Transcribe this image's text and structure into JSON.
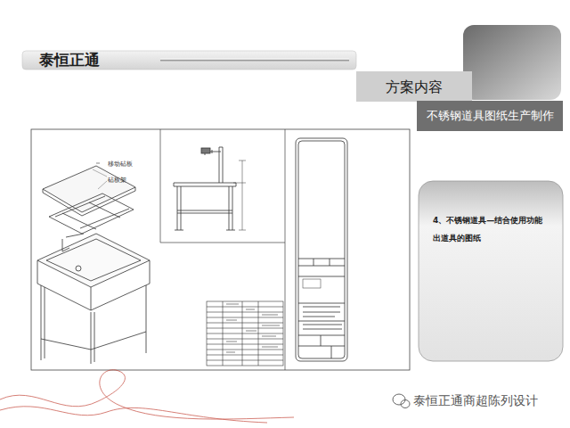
{
  "diagram": {
    "title": "泰恒正通",
    "nodes": [
      {
        "text": [
          "方案内容"
        ]
      },
      {
        "text": [
          "不锈钢道具图纸生产制作"
        ]
      },
      {
        "text": [
          "4、不锈钢道具—结合使用功能出道具的图纸"
        ]
      }
    ],
    "labels": [
      "移动砧板",
      "砧板架",
      "泰恒正通商超陈列设计"
    ]
  }
}
